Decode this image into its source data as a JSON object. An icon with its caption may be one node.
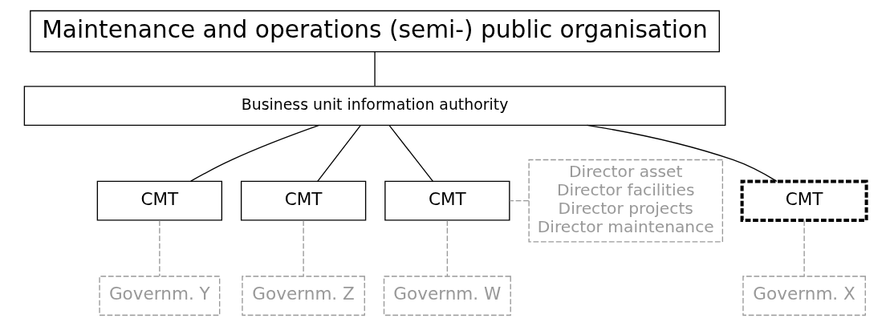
{
  "diagram": {
    "nodes": [
      {
        "text": [
          "Maintenance and operations (semi-) public organisation"
        ]
      },
      {
        "text": [
          "Business unit information authority"
        ]
      },
      {
        "text": [
          "Director asset",
          "Director facilities",
          "Director projects",
          "Director maintenance"
        ]
      },
      {
        "text": [
          "CMT"
        ]
      },
      {
        "text": [
          "CMT"
        ]
      },
      {
        "text": [
          "CMT"
        ]
      },
      {
        "text": [
          "CMT"
        ]
      },
      {
        "text": [
          "Governm. W"
        ]
      },
      {
        "text": [
          "Governm. X"
        ]
      },
      {
        "text": [
          "Governm. Y"
        ]
      },
      {
        "text": [
          "Governm. Z"
        ]
      }
    ],
    "edges": [
      {
        "from": 0,
        "to": 1,
        "arrow": "none"
      },
      {
        "from": 1,
        "to": 3,
        "arrow": "none"
      },
      {
        "from": 1,
        "to": 4,
        "arrow": "none"
      },
      {
        "from": 1,
        "to": 5,
        "arrow": "none"
      },
      {
        "from": 1,
        "to": 6,
        "arrow": "none"
      },
      {
        "from": 2,
        "to": 3,
        "arrow": "none",
        "style": "dashed",
        "color": "#999999"
      },
      {
        "from": 3,
        "to": 7,
        "arrow": "none",
        "style": "dashed",
        "color": "#999999"
      },
      {
        "from": 4,
        "to": 8,
        "arrow": "none",
        "style": "dashed",
        "color": "#999999"
      },
      {
        "from": 5,
        "to": 9,
        "arrow": "none",
        "style": "dashed",
        "color": "#999999"
      },
      {
        "from": 6,
        "to": 10,
        "arrow": "none",
        "style": "dashed",
        "color": "#999999"
      }
    ]
  }
}
